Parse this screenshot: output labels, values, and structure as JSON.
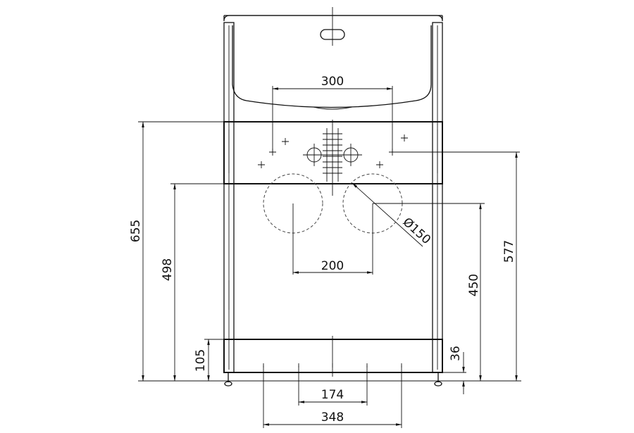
{
  "drawing": {
    "dimensions": {
      "basin_holes_spacing": "300",
      "overall_height": "655",
      "cross_rail_height": "498",
      "drain_spacing": "200",
      "drain_diameter": "Ø150",
      "drain_height": "450",
      "bracket_height": "577",
      "lower_rail_height": "105",
      "foot_clearance": "36",
      "foot_inner_spacing": "174",
      "foot_outer_spacing": "348"
    }
  }
}
